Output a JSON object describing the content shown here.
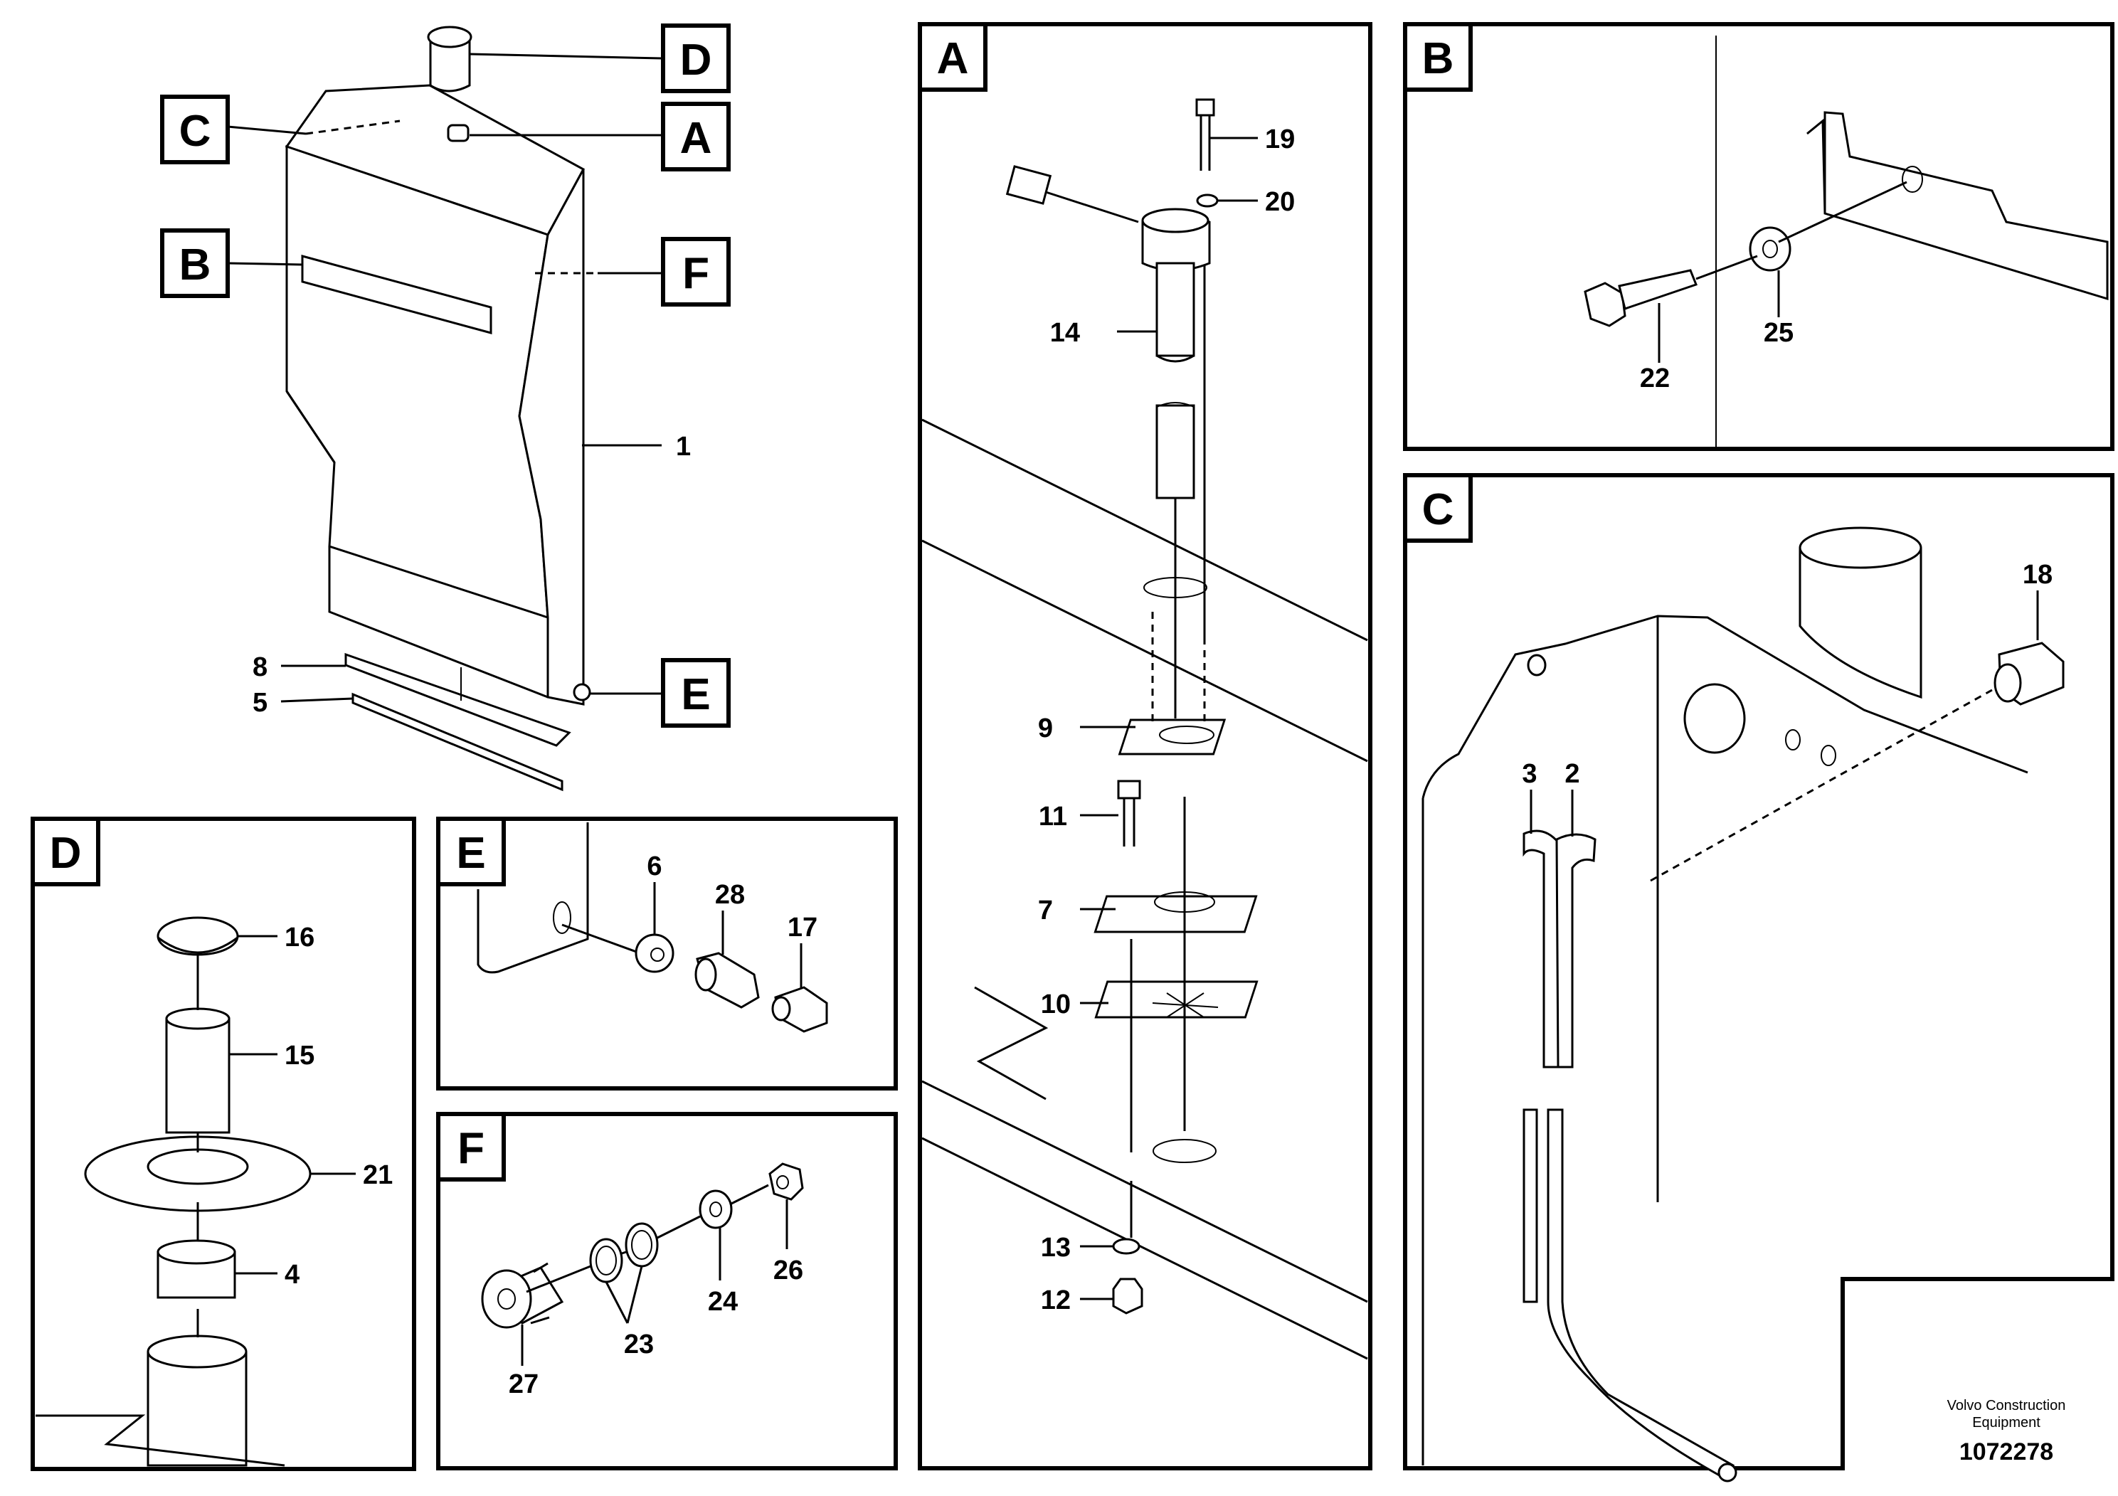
{
  "overview": {
    "callouts": [
      "D",
      "C",
      "A",
      "B",
      "F",
      "E"
    ],
    "part_labels": [
      "1",
      "8",
      "5"
    ]
  },
  "panels": {
    "a": {
      "title": "A",
      "part_labels": [
        "19",
        "20",
        "14",
        "9",
        "11",
        "7",
        "10",
        "13",
        "12"
      ]
    },
    "b": {
      "title": "B",
      "part_labels": [
        "22",
        "25"
      ]
    },
    "c": {
      "title": "C",
      "part_labels": [
        "18",
        "3",
        "2"
      ]
    },
    "d": {
      "title": "D",
      "part_labels": [
        "16",
        "15",
        "21",
        "4"
      ]
    },
    "e": {
      "title": "E",
      "part_labels": [
        "6",
        "28",
        "17"
      ]
    },
    "f": {
      "title": "F",
      "part_labels": [
        "27",
        "23",
        "24",
        "26"
      ]
    }
  },
  "footer": {
    "maker_line1": "Volvo Construction",
    "maker_line2": "Equipment",
    "document_number": "1072278"
  }
}
